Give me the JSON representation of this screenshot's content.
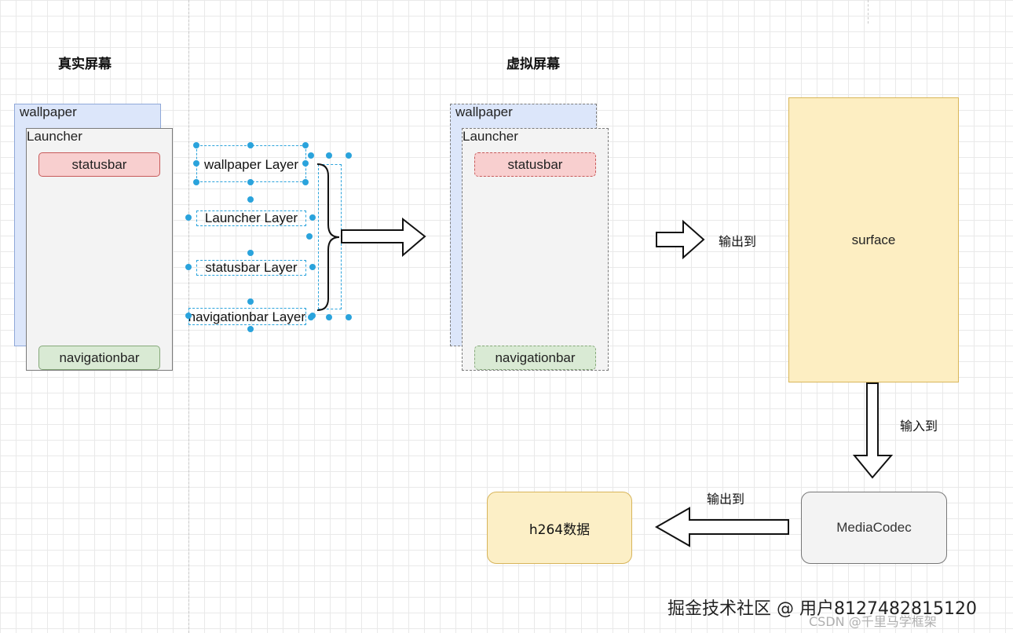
{
  "real_screen": {
    "title": "真实屏幕",
    "wallpaper": "wallpaper",
    "launcher": "Launcher",
    "statusbar": "statusbar",
    "navigationbar": "navigationbar"
  },
  "layers": {
    "wallpaper_layer": "wallpaper Layer",
    "launcher_layer": "Launcher Layer",
    "statusbar_layer": "statusbar Layer",
    "navigationbar_layer": "navigationbar Layer"
  },
  "virtual_screen": {
    "title": "虚拟屏幕",
    "wallpaper": "wallpaper",
    "launcher": "Launcher",
    "statusbar": "statusbar",
    "navigationbar": "navigationbar"
  },
  "flow": {
    "output_to_surface": "输出到",
    "surface": "surface",
    "input_to": "输入到",
    "mediacodec": "MediaCodec",
    "output_to_h264": "输出到",
    "h264": "h264数据"
  },
  "watermark": {
    "main": "掘金技术社区 @ 用户8127482815120",
    "csdn": "CSDN @千里马学框架"
  },
  "colors": {
    "selection": "#2aa3dc",
    "wallpaper_fill": "#dce6fa",
    "statusbar_fill": "#f8cfcf",
    "navigationbar_fill": "#d9ead4",
    "surface_fill": "#fdeec2"
  }
}
